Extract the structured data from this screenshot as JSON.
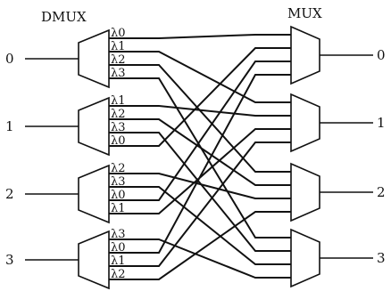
{
  "labels": {
    "dmux": "DMUX",
    "mux": "MUX"
  },
  "ports": {
    "inputs": [
      "0",
      "1",
      "2",
      "3"
    ],
    "outputs": [
      "0",
      "1",
      "2",
      "3"
    ]
  },
  "dmux_wavelengths": [
    [
      "λ0",
      "λ1",
      "λ2",
      "λ3"
    ],
    [
      "λ1",
      "λ2",
      "λ3",
      "λ0"
    ],
    [
      "λ2",
      "λ3",
      "λ0",
      "λ1"
    ],
    [
      "λ3",
      "λ0",
      "λ1",
      "λ2"
    ]
  ],
  "routing": "Output of DMUX i on wavelength j is routed to MUX j (wavelength-routed cross-connect)"
}
